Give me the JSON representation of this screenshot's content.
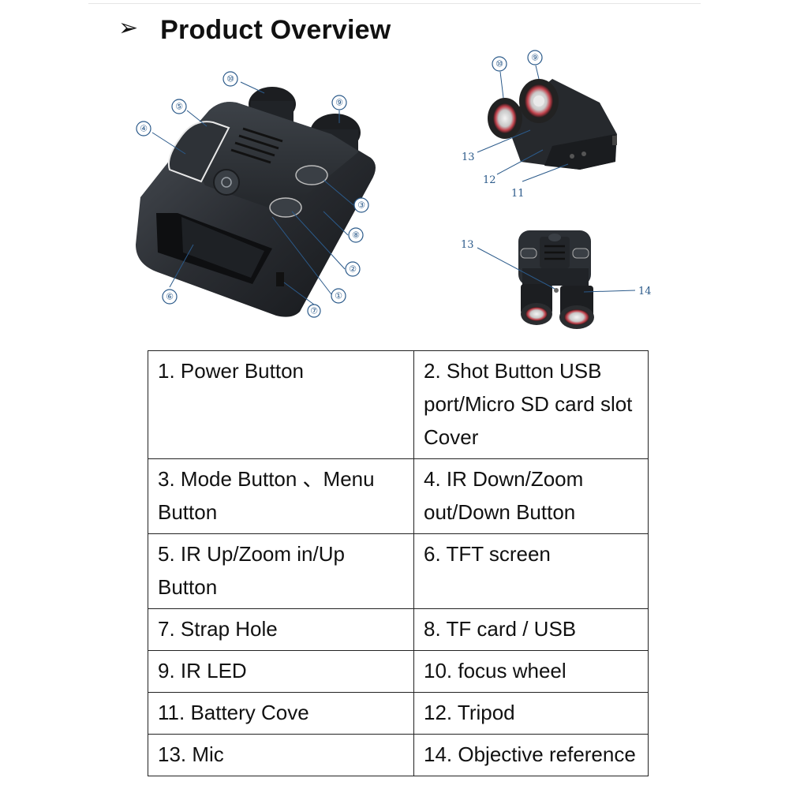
{
  "heading": {
    "bullet": "➢",
    "title": "Product Overview"
  },
  "callouts_main": [
    "⑩",
    "⑨",
    "⑤",
    "④",
    "③",
    "⑧",
    "②",
    "①",
    "⑥",
    "⑦"
  ],
  "callouts_small": [
    "⑩",
    "⑨",
    "13",
    "12",
    "11",
    "13",
    "14"
  ],
  "parts_table": {
    "rows": [
      [
        "1.    Power Button",
        "2. Shot Button USB port/Micro SD card slot Cover"
      ],
      [
        "3.  Mode Button    、Menu Button",
        "4.  IR Down/Zoom out/Down Button"
      ],
      [
        "5.  IR Up/Zoom in/Up Button",
        "6.  TFT screen"
      ],
      [
        "7.  Strap Hole",
        "8.  TF card / USB"
      ],
      [
        "9.  IR LED",
        "10.    focus wheel"
      ],
      [
        "11.  Battery Cove",
        "12.  Tripod"
      ],
      [
        "13.  Mic",
        "14.  Objective reference"
      ]
    ]
  }
}
